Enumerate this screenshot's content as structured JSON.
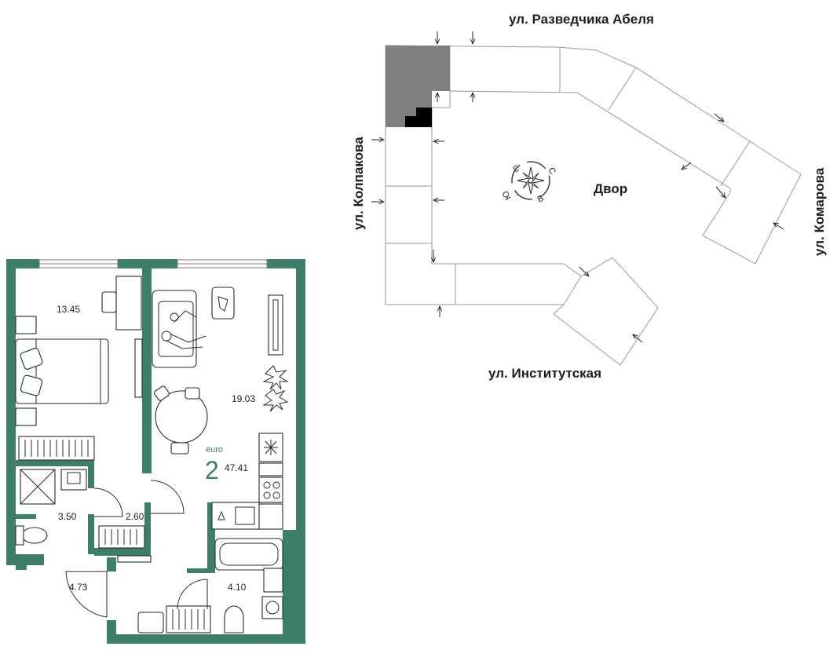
{
  "floorplan": {
    "type_label": "euro",
    "rooms_count": "2",
    "total_area": "47.41",
    "room_areas": {
      "bedroom": "13.45",
      "living_kitchen": "19.03",
      "bathroom_left": "3.50",
      "corridor": "2.60",
      "hall": "4.73",
      "bathroom_right": "4.10"
    },
    "wall_color": "#3d7f6b"
  },
  "site_plan": {
    "street_top": "ул. Разведчика Абеля",
    "street_left": "ул. Колпакова",
    "street_right": "ул. Комарова",
    "street_bottom": "ул. Институтская",
    "courtyard_label": "Двор",
    "compass_letters": [
      "С",
      "В",
      "Ю",
      "З"
    ],
    "highlight_section_color": "#808080",
    "unit_marker_color": "#000000"
  }
}
